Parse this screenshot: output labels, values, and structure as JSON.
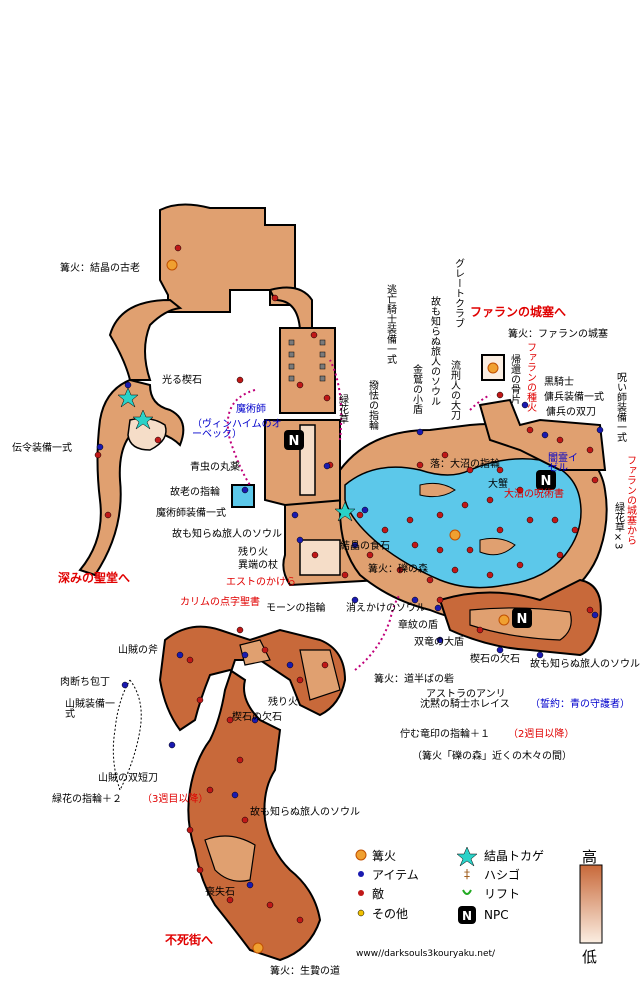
{
  "labels": {
    "bonfire_old_man": "篝火：結晶の古老",
    "crystal_lizard_shining": "光る楔石",
    "herald_set": "伝令装備一式",
    "to_deep_cathedral": "深みの聖堂へ",
    "sorcerer": "魔術師",
    "orbeck": "（ヴィンハイムのオーベック）",
    "blue_bug_pill": "青虫の丸薬",
    "old_ring": "故老の指輪",
    "sorcerer_set": "魔術師装備一式",
    "forgotten_soul_1": "故も知らぬ旅人のソウル",
    "remnant_fire": "残り火",
    "heretic_staff": "異端の杖",
    "estus_shard": "エストのかけら",
    "karim_braille": "カリムの点字聖書",
    "morne_ring": "モーンの指輪",
    "farron_keep_label": "ファランの城塞へ",
    "bonfire_farron_keep": "篝火：ファランの城塞",
    "green_flower": "緑花草",
    "firmness_ring": "撥怯の指輪",
    "golden_shop": "金鷲の小盾",
    "escaped_knight_set": "逃亡騎士装備一式",
    "forgotten_soul_v": "故も知らぬ旅人のソウル",
    "exile_greatsword": "流刑人の大刀",
    "great_club": "グレートクラブ",
    "farron_coal": "ファランの種火",
    "return_bone": "帰還の骨片",
    "black_knight": "黒騎士",
    "mercenary_set": "傭兵装備一式",
    "mercenary_twin": "傭兵の双刀",
    "curse_set": "呪い師装備一式",
    "from_farron": "ファランの城塞から",
    "ring_swamp": "落：大沼の指輪",
    "dark_eisel": "闇霊イゼル",
    "big_crab": "大蟹",
    "swamp_pyro": "大沼の呪術書",
    "green_flower_3": "緑花草×3",
    "crystal_stone": "結晶の食石",
    "bonfire_keep": "篝火：礫の森",
    "fading_soul": "消えかけのソウル",
    "heraldry_shield": "章紋の盾",
    "twin_dragon_shield": "双竜の大盾",
    "twinkling_stone": "楔石の欠石",
    "bonfire_halfway": "篝火：道半ばの砦",
    "forgotten_soul_2": "故も知らぬ旅人のソウル",
    "anri": "アストラのアンリ",
    "horace": "沈黙の騎士ホレイス",
    "covenant": "（誓約：青の守護者）",
    "dragon_ring": "佇む竜印の指輪＋１",
    "dragon_ring_note": "（2週目以降）",
    "dragon_ring_loc": "（篝火「礫の森」近くの木々の間）",
    "bandit_axe": "山賊の斧",
    "butcher_knife": "肉断ち包丁",
    "bandit_set": "山賊装備一式",
    "bandit_twin": "山賊の双短刀",
    "green_ring2": "緑花の指輪＋２",
    "green_ring2_note": "（3週目以降）",
    "remnant_fire_2": "残り火",
    "twinkling_2": "楔石の欠石",
    "forgotten_soul_3": "故も知らぬ旅人のソウル",
    "homeward": "喪失石",
    "to_undead": "不死街へ",
    "bonfire_undead": "篝火：生贄の道",
    "url": "www//darksouls3kouryaku.net/"
  },
  "legend": {
    "bonfire": "篝火",
    "item": "アイテム",
    "enemy": "敵",
    "other": "その他",
    "lizard": "結晶トカゲ",
    "ladder": "ハシゴ",
    "lift": "リフト",
    "npc": "NPC",
    "high": "高",
    "low": "低"
  },
  "colors": {
    "terrain_high": "#c8693a",
    "terrain_mid": "#e0a070",
    "terrain_low": "#f5ddc8",
    "water": "#5cc8ea",
    "outline": "#000000",
    "item_dot": "#1a1ab0",
    "enemy_dot": "#c01818",
    "lizard": "#2ad2c8",
    "npc_fill": "#000000",
    "red_text": "#e00000",
    "blue_text": "#0000cc"
  }
}
